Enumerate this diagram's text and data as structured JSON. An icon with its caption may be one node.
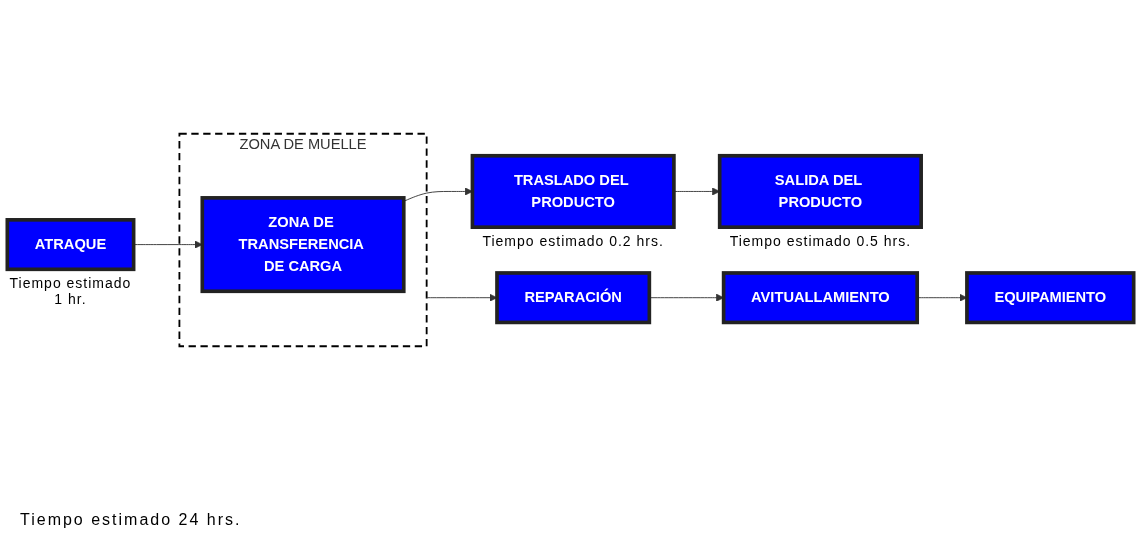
{
  "diagram": {
    "nodes": [
      {
        "text": [
          "ATRAQUE"
        ],
        "beside": [
          "Tiempo estimado 1 hr."
        ]
      },
      {
        "text": [
          "ZONA DE MUELLE"
        ]
      },
      {
        "text": [
          "ZONA DE TRANSFERENCIA DE CARGA"
        ],
        "in": 1
      },
      {
        "text": [
          "TRASLADO DEL PRODUCTO"
        ],
        "beside": [
          "Tiempo estimado 0.2 hrs."
        ]
      },
      {
        "text": [
          "SALIDA DEL PRODUCTO"
        ],
        "beside": [
          "Tiempo estimado 0.5 hrs."
        ]
      },
      {
        "text": [
          "REPARACIÓN"
        ]
      },
      {
        "text": [
          "AVITUALLAMIENTO"
        ]
      },
      {
        "text": [
          "EQUIPAMIENTO"
        ]
      }
    ],
    "edges": [
      {
        "from": 0,
        "to": 2,
        "arrow": "to"
      },
      {
        "from": 2,
        "to": 3,
        "arrow": "to"
      },
      {
        "from": 3,
        "to": 4,
        "arrow": "to"
      },
      {
        "from": 1,
        "to": 5,
        "arrow": "to"
      },
      {
        "from": 5,
        "to": 6,
        "arrow": "to"
      },
      {
        "from": 6,
        "to": 7,
        "arrow": "to"
      }
    ],
    "labels": [
      "Tiempo estimado 24 hrs."
    ]
  }
}
